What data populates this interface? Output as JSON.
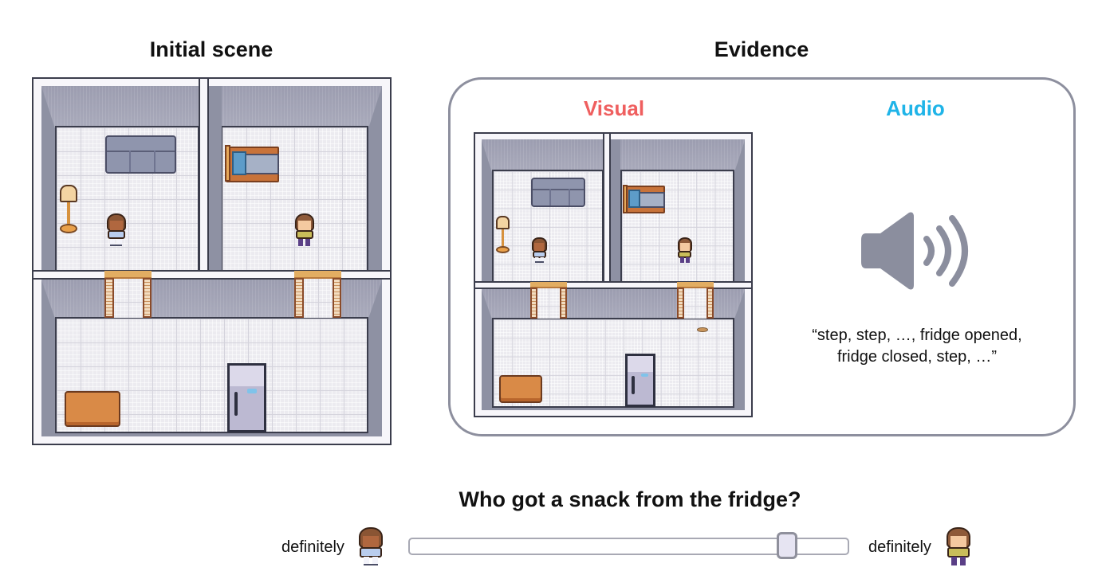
{
  "headings": {
    "initial_scene": "Initial scene",
    "evidence": "Evidence"
  },
  "evidence": {
    "visual_label": "Visual",
    "audio_label": "Audio",
    "visual_color": "#ef5f5f",
    "audio_color": "#1fb4e8",
    "audio_icon": "speaker-volume-icon",
    "audio_transcript_line1": "“step, step, …, fridge opened,",
    "audio_transcript_line2": "fridge closed, step, …”"
  },
  "scene": {
    "rooms": [
      "living-room",
      "bedroom",
      "kitchen"
    ],
    "objects": [
      "sofa",
      "lamp",
      "bed",
      "fridge",
      "table",
      "door-left",
      "door-right"
    ],
    "agents": [
      {
        "id": "agent-a",
        "description": "girl with long brown hair, light blue shirt",
        "initial_room": "living-room"
      },
      {
        "id": "agent-b",
        "description": "boy with brown hair, yellow jacket",
        "initial_room": "bedroom"
      }
    ],
    "evidence_extra_object": "snack-crumb"
  },
  "question": {
    "text": "Who got a snack from the fridge?",
    "left_label": "definitely",
    "right_label": "definitely",
    "left_agent": "agent-a",
    "right_agent": "agent-b"
  },
  "slider": {
    "min": 0,
    "max": 100,
    "value": 86
  }
}
